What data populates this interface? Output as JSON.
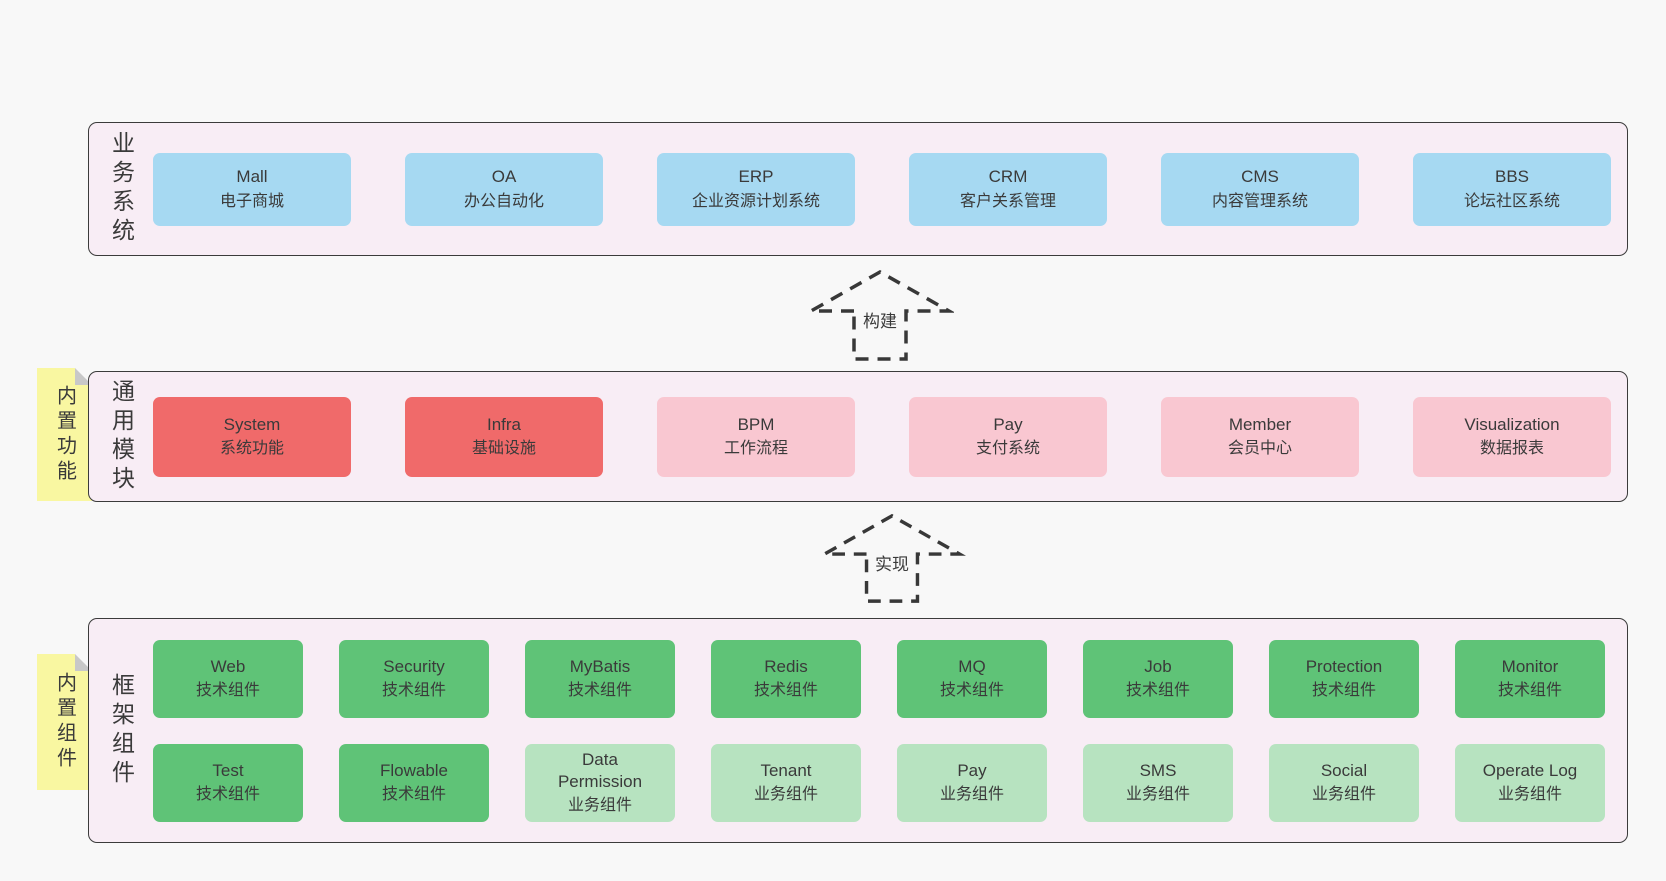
{
  "colors": {
    "page-bg": "#f8f8f8",
    "layer-bg": "#f8edf5",
    "layer-border": "#3b3b3b",
    "text": "#3a3a3a",
    "box-blue": "#a6d9f2",
    "box-red": "#f06a6a",
    "box-pink": "#f9c7d1",
    "box-green": "#5fc377",
    "box-green-light": "#b7e3c0",
    "sticky-yellow": "#f9f7a1",
    "sticky-fold": "#c8c8c8",
    "arrow": "#383838"
  },
  "layers": [
    {
      "label": "业务系统",
      "boxes": [
        {
          "name": "Mall",
          "desc": "电子商城"
        },
        {
          "name": "OA",
          "desc": "办公自动化"
        },
        {
          "name": "ERP",
          "desc": "企业资源计划系统"
        },
        {
          "name": "CRM",
          "desc": "客户关系管理"
        },
        {
          "name": "CMS",
          "desc": "内容管理系统"
        },
        {
          "name": "BBS",
          "desc": "论坛社区系统"
        }
      ]
    },
    {
      "label": "通用模块",
      "sticky": "内置功能",
      "boxes": [
        {
          "name": "System",
          "desc": "系统功能"
        },
        {
          "name": "Infra",
          "desc": "基础设施"
        },
        {
          "name": "BPM",
          "desc": "工作流程"
        },
        {
          "name": "Pay",
          "desc": "支付系统"
        },
        {
          "name": "Member",
          "desc": "会员中心"
        },
        {
          "name": "Visualization",
          "desc": "数据报表"
        }
      ]
    },
    {
      "label": "框架组件",
      "sticky": "内置组件",
      "rows": [
        [
          {
            "name": "Web",
            "desc": "技术组件"
          },
          {
            "name": "Security",
            "desc": "技术组件"
          },
          {
            "name": "MyBatis",
            "desc": "技术组件"
          },
          {
            "name": "Redis",
            "desc": "技术组件"
          },
          {
            "name": "MQ",
            "desc": "技术组件"
          },
          {
            "name": "Job",
            "desc": "技术组件"
          },
          {
            "name": "Protection",
            "desc": "技术组件"
          },
          {
            "name": "Monitor",
            "desc": "技术组件"
          }
        ],
        [
          {
            "name": "Test",
            "desc": "技术组件"
          },
          {
            "name": "Flowable",
            "desc": "技术组件"
          },
          {
            "name": "Data Permission",
            "desc": "业务组件"
          },
          {
            "name": "Tenant",
            "desc": "业务组件"
          },
          {
            "name": "Pay",
            "desc": "业务组件"
          },
          {
            "name": "SMS",
            "desc": "业务组件"
          },
          {
            "name": "Social",
            "desc": "业务组件"
          },
          {
            "name": "Operate Log",
            "desc": "业务组件"
          }
        ]
      ]
    }
  ],
  "arrows": [
    {
      "label": "构建"
    },
    {
      "label": "实现"
    }
  ]
}
